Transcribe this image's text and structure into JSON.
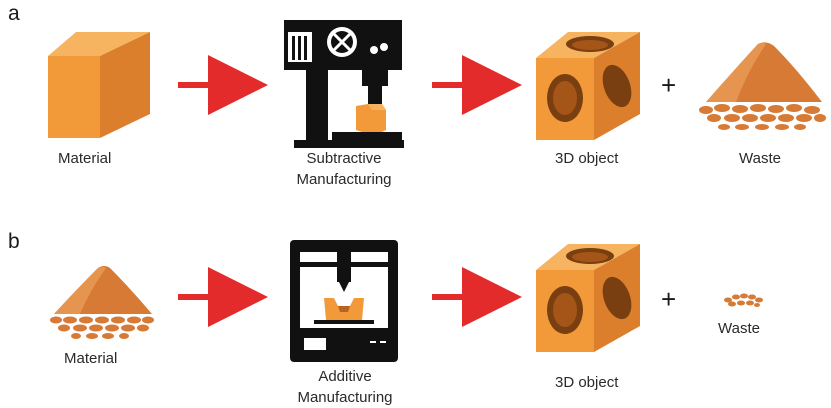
{
  "panels": [
    {
      "letter": "a",
      "steps": {
        "input": "Material",
        "process_line1": "Subtractive",
        "process_line2": "Manufacturing",
        "product": "3D object",
        "waste": "Waste"
      },
      "waste_amount": "large"
    },
    {
      "letter": "b",
      "steps": {
        "input": "Material",
        "process_line1": "Additive",
        "process_line2": "Manufacturing",
        "product": "3D object",
        "waste": "Waste"
      },
      "waste_amount": "small"
    }
  ],
  "operator": "+",
  "colors": {
    "material_orange": "#f29a3a",
    "material_dark": "#d9782a",
    "powder": "#d77a36",
    "arrow_red": "#e32b2b",
    "machine_black": "#111111"
  }
}
